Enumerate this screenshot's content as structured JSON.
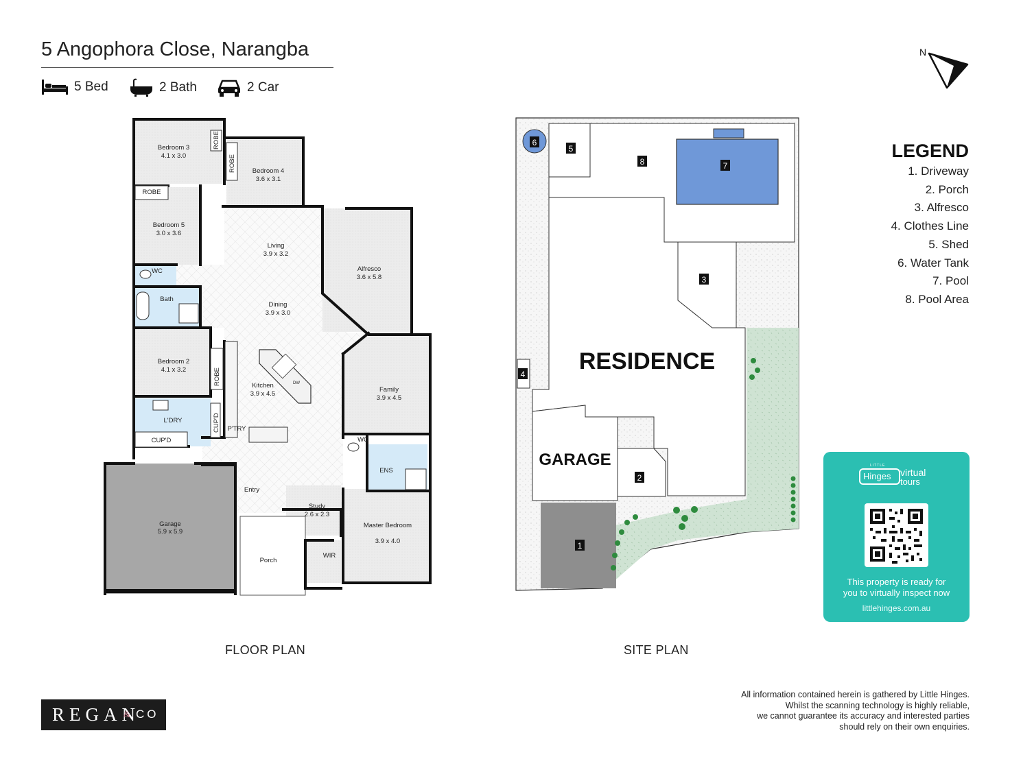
{
  "header": {
    "address": "5 Angophora Close, Narangba",
    "features": [
      {
        "icon": "bed-icon",
        "label": "5 Bed"
      },
      {
        "icon": "bathtub-icon",
        "label": "2 Bath"
      },
      {
        "icon": "car-icon",
        "label": "2 Car"
      }
    ]
  },
  "compass": {
    "label": "N"
  },
  "floor_plan": {
    "caption": "FLOOR PLAN",
    "rooms": [
      {
        "name": "Bedroom 3",
        "dims": "4.1 x 3.0"
      },
      {
        "name": "Bedroom 4",
        "dims": "3.6 x 3.1"
      },
      {
        "name": "Bedroom 5",
        "dims": "3.0 x 3.6"
      },
      {
        "name": "Living",
        "dims": "3.9 x 3.2"
      },
      {
        "name": "Alfresco",
        "dims": "3.6 x 5.8"
      },
      {
        "name": "Dining",
        "dims": "3.9 x 3.0"
      },
      {
        "name": "Bedroom 2",
        "dims": "4.1 x 3.2"
      },
      {
        "name": "Kitchen",
        "dims": "3.9 x 4.5"
      },
      {
        "name": "Family",
        "dims": "3.9 x 4.5"
      },
      {
        "name": "Garage",
        "dims": "5.9 x 5.9"
      },
      {
        "name": "Study",
        "dims": "2.6 x 2.3"
      },
      {
        "name": "Master Bedroom",
        "dims": "3.9 x 4.0"
      }
    ],
    "labels": [
      "ROBE",
      "ROBE",
      "ROBE",
      "ROBE",
      "WC",
      "Bath",
      "L'DRY",
      "CUP'D",
      "CUP'D",
      "P'TRY",
      "WC",
      "ENS",
      "Entry",
      "Porch",
      "WIR",
      "DW"
    ]
  },
  "site_plan": {
    "caption": "SITE PLAN",
    "residence_label": "RESIDENCE",
    "garage_label": "GARAGE",
    "markers": [
      "1",
      "2",
      "3",
      "4",
      "5",
      "6",
      "7",
      "8"
    ]
  },
  "legend": {
    "title": "LEGEND",
    "items": [
      "1. Driveway",
      "2. Porch",
      "3. Alfresco",
      "4. Clothes Line",
      "5. Shed",
      "6. Water Tank",
      "7. Pool",
      "8. Pool Area"
    ]
  },
  "virtual_tour": {
    "brand_small": "LITTLE",
    "brand": "Hinges",
    "tag_line1": "virtual",
    "tag_line2": "tours",
    "text_line1": "This property is ready for",
    "text_line2": "you to virtually inspect now",
    "url": "littlehinges.com.au",
    "bg_color": "#2bbfb2"
  },
  "agency_logo": {
    "name": "REGAN",
    "amp": "&",
    "suffix": "CO"
  },
  "disclaimer": [
    "All information contained herein is gathered by Little Hinges.",
    "Whilst the scanning technology is highly reliable,",
    "we cannot guarantee its accuracy and interested parties",
    "should rely on their own enquiries."
  ],
  "colors": {
    "wet_area": "#d5eaf8",
    "garage_fill": "#a7a7a7",
    "pool_fill": "#6f98d8",
    "lawn": "#cfe3d3",
    "driveway": "#8e8e8e",
    "wall": "#111111"
  }
}
